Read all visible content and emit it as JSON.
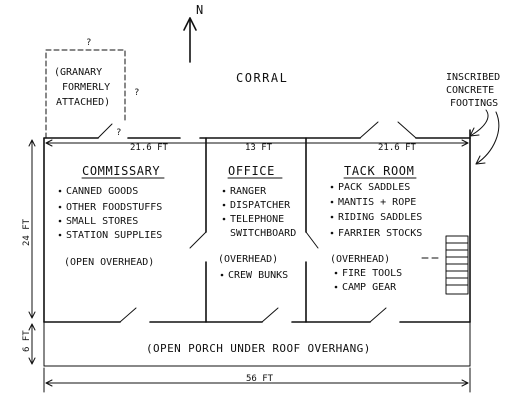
{
  "north": "N",
  "corral": "CORRAL",
  "granary": {
    "lines": [
      "(GRANARY",
      "FORMERLY",
      "ATTACHED)"
    ],
    "q_marks": [
      "?",
      "?",
      "?"
    ]
  },
  "footings": {
    "lines": [
      "INSCRIBED",
      "CONCRETE",
      "FOOTINGS"
    ]
  },
  "dimensions": {
    "left": "21.6 FT",
    "middle": "13 FT",
    "right": "21.6 FT",
    "height_main": "24 FT",
    "height_porch": "6 FT",
    "total": "56 FT"
  },
  "rooms": {
    "commissary": {
      "title": "COMMISSARY",
      "items": [
        "CANNED GOODS",
        "OTHER FOODSTUFFS",
        "SMALL STORES",
        "STATION SUPPLIES"
      ],
      "note": "(OPEN OVERHEAD)"
    },
    "office": {
      "title": "OFFICE",
      "items": [
        "RANGER",
        "DISPATCHER",
        "TELEPHONE",
        "SWITCHBOARD"
      ],
      "note": "(OVERHEAD)",
      "sub_items": [
        "CREW BUNKS"
      ]
    },
    "tack": {
      "title": "TACK ROOM",
      "items": [
        "PACK SADDLES",
        "MANTIS + ROPE",
        "RIDING SADDLES",
        "FARRIER STOCKS"
      ],
      "note": "(OVERHEAD)",
      "sub_items": [
        "FIRE TOOLS",
        "CAMP GEAR"
      ]
    }
  },
  "porch": "(OPEN PORCH UNDER ROOF OVERHANG)"
}
